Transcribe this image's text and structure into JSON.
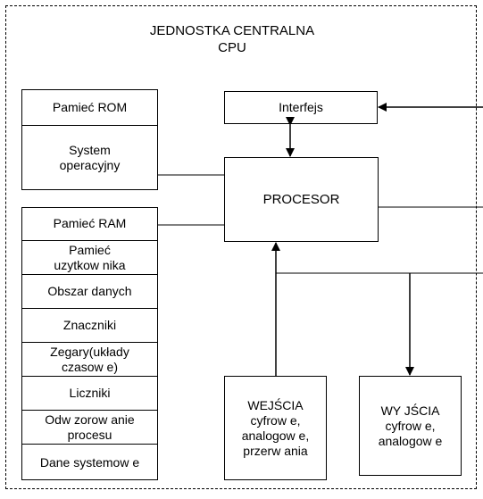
{
  "header": {
    "line1": "JEDNOSTKA   CENTRALNA",
    "line2": "CPU"
  },
  "rom": {
    "title": "Pamieć  ROM",
    "content": "System\noperacyjny"
  },
  "ram": {
    "title": "Pamieć  RAM",
    "sections": [
      "Pamieć\nuzytkow nika",
      "Obszar  danych",
      "Znaczniki",
      "Zegary(układy\nczasow e)",
      "Liczniki",
      "Odw zorow anie\nprocesu",
      "Dane  systemow e"
    ]
  },
  "interface": {
    "label": "Interfejs"
  },
  "processor": {
    "label": "PROCESOR"
  },
  "inputs": {
    "label": "WEJŚCIA\ncyfrow e,\nanalogow e,\nprzerw ania"
  },
  "outputs": {
    "label": "WY JŚCIA\ncyfrow e,\nanalogow e"
  }
}
